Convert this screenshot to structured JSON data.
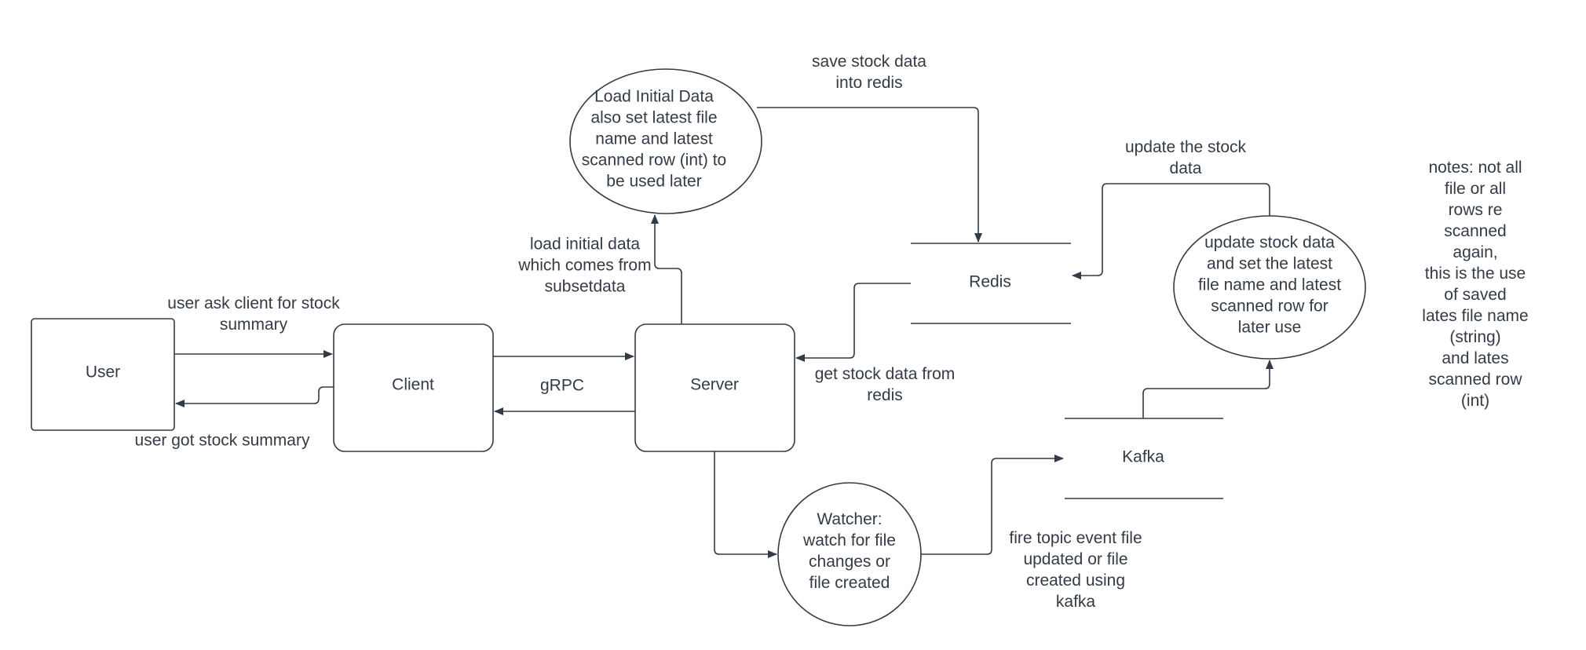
{
  "nodes": {
    "user": "User",
    "client": "Client",
    "server": "Server",
    "load_initial": "Load Initial Data\nalso set latest file\nname and latest\nscanned row (int) to\nbe used later",
    "redis": "Redis",
    "update_stock": "update stock data\nand set the latest\nfile name and latest\nscanned row for\nlater use",
    "kafka": "Kafka",
    "watcher": "Watcher:\nwatch for file\nchanges or\nfile created"
  },
  "edge_labels": {
    "user_ask": "user ask client for stock\nsummary",
    "user_got": "user got stock summary",
    "grpc": "gRPC",
    "load_initial_data": "load initial data\nwhich comes from\nsubsetdata",
    "save_stock": "save stock data\ninto redis",
    "update_stock_data": "update the stock\ndata",
    "get_stock": "get stock data from\nredis",
    "fire_topic": "fire topic event file\nupdated or file\ncreated using\nkafka"
  },
  "notes": "notes: not all file or all\nrows re scanned again,\nthis is the use of saved\nlates file name (string)\nand lates scanned row\n(int)",
  "colors": {
    "stroke": "#333b46",
    "text": "#333b46",
    "background": "#ffffff"
  }
}
